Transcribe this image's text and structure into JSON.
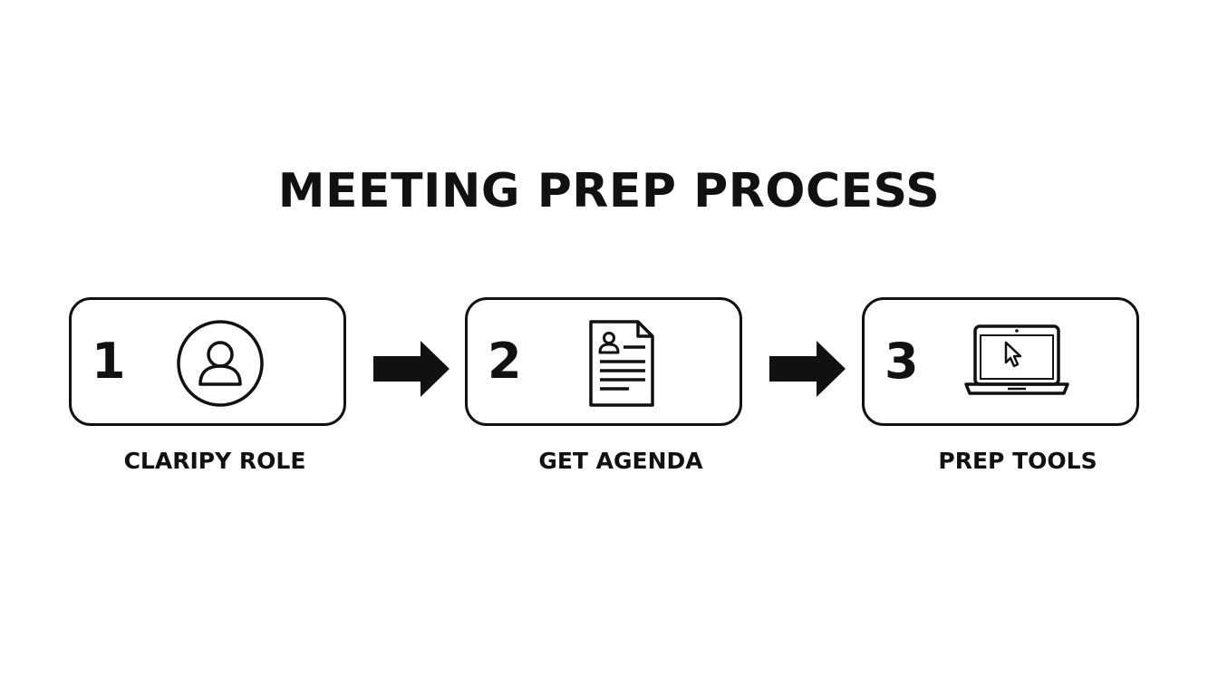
{
  "title": "MEETING PREP PROCESS",
  "steps": [
    {
      "number": "1",
      "label": "CLARIPY ROLE",
      "icon": "user-icon"
    },
    {
      "number": "2",
      "label": "GET AGENDA",
      "icon": "document-icon"
    },
    {
      "number": "3",
      "label": "PREP TOOLS",
      "icon": "laptop-cursor-icon"
    }
  ],
  "connectors": [
    "arrow-right-icon",
    "arrow-right-icon"
  ],
  "colors": {
    "ink": "#111111",
    "background": "#ffffff"
  }
}
